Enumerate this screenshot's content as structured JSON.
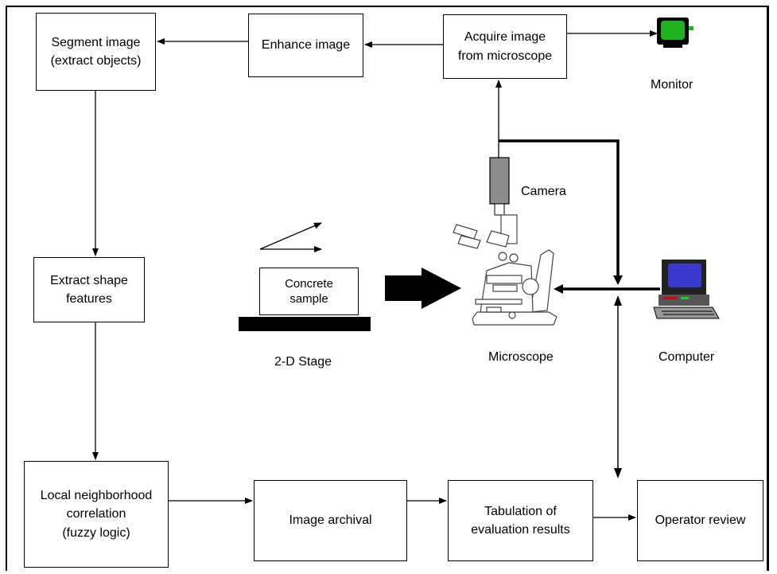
{
  "boxes": {
    "segment": [
      "Segment image",
      "(extract objects)"
    ],
    "enhance": [
      "Enhance image"
    ],
    "acquire": [
      "Acquire image",
      "from microscope"
    ],
    "extract_shape": [
      "Extract shape",
      "features"
    ],
    "local_corr": [
      "Local neighborhood",
      "correlation",
      "(fuzzy logic)"
    ],
    "archival": [
      "Image archival"
    ],
    "tabulation": [
      "Tabulation of",
      "evaluation results"
    ],
    "operator": [
      "Operator review"
    ],
    "concrete": [
      "Concrete",
      "sample"
    ]
  },
  "labels": {
    "monitor": "Monitor",
    "camera": "Camera",
    "stage": "2-D Stage",
    "microscope": "Microscope",
    "computer": "Computer"
  },
  "colors": {
    "monitor_screen": "#1fb31f",
    "computer_screen": "#3a3acf",
    "camera_body": "#8c8c8c"
  },
  "icons": [
    "monitor-icon",
    "computer-icon",
    "microscope-icon",
    "camera-icon"
  ]
}
